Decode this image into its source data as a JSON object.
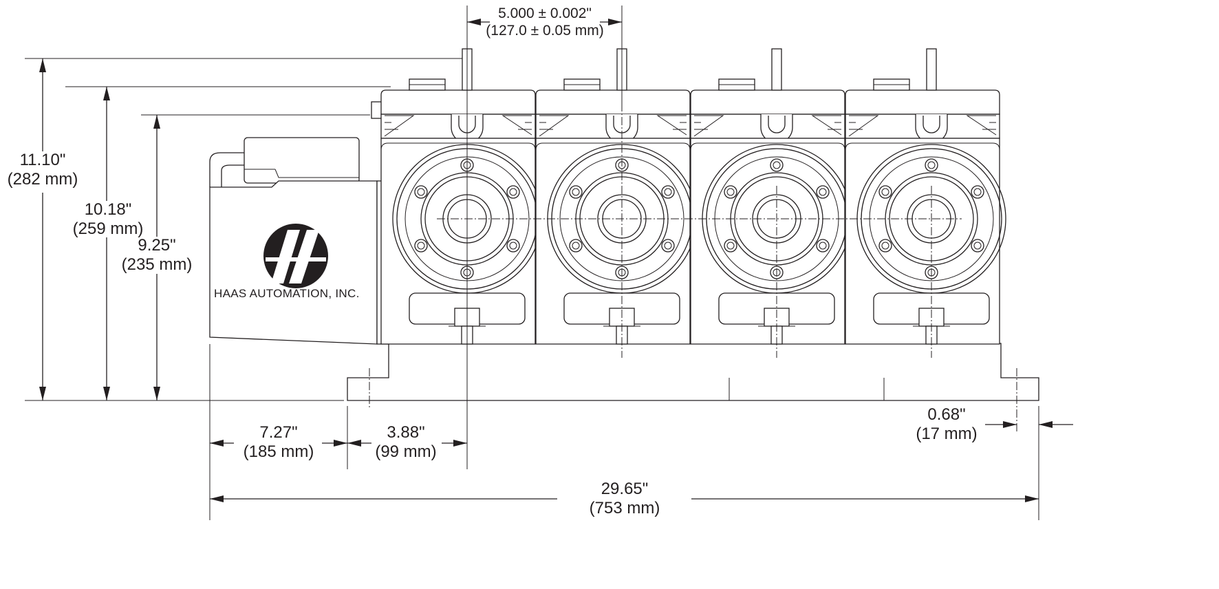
{
  "brand": {
    "text": "HAAS AUTOMATION, INC."
  },
  "dimensions": {
    "center_spacing": {
      "in": "5.000 ± 0.002\"",
      "mm": "(127.0 ± 0.05 mm)"
    },
    "overall_height": {
      "in": "11.10\"",
      "mm": "(282 mm)"
    },
    "platter_top_height": {
      "in": "10.18\"",
      "mm": "(259 mm)"
    },
    "center_height": {
      "in": "9.25\"",
      "mm": "(235 mm)"
    },
    "motor_length": {
      "in": "7.27\"",
      "mm": "(185 mm)"
    },
    "first_center_offset": {
      "in": "3.88\"",
      "mm": "(99 mm)"
    },
    "base_lip": {
      "in": "0.68\"",
      "mm": "(17 mm)"
    },
    "overall_length": {
      "in": "29.65\"",
      "mm": "(753 mm)"
    }
  }
}
